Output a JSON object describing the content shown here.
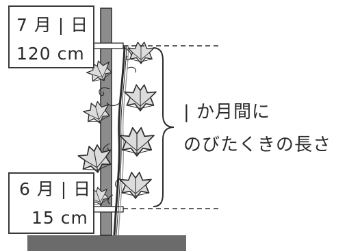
{
  "labels": {
    "july": {
      "date": "7 月 | 日",
      "height": "120 cm"
    },
    "june": {
      "date": "6 月 | 日",
      "height": "15 cm"
    }
  },
  "annotation": {
    "line1": "| か月間に",
    "line2": "のびたくきの長さ"
  },
  "colors": {
    "ink": "#2b2b2b",
    "pole": "#8c8c8c",
    "ground": "#6b6b6b",
    "leaf_fill": "#dcdcdc",
    "tie": "#ffffff"
  }
}
